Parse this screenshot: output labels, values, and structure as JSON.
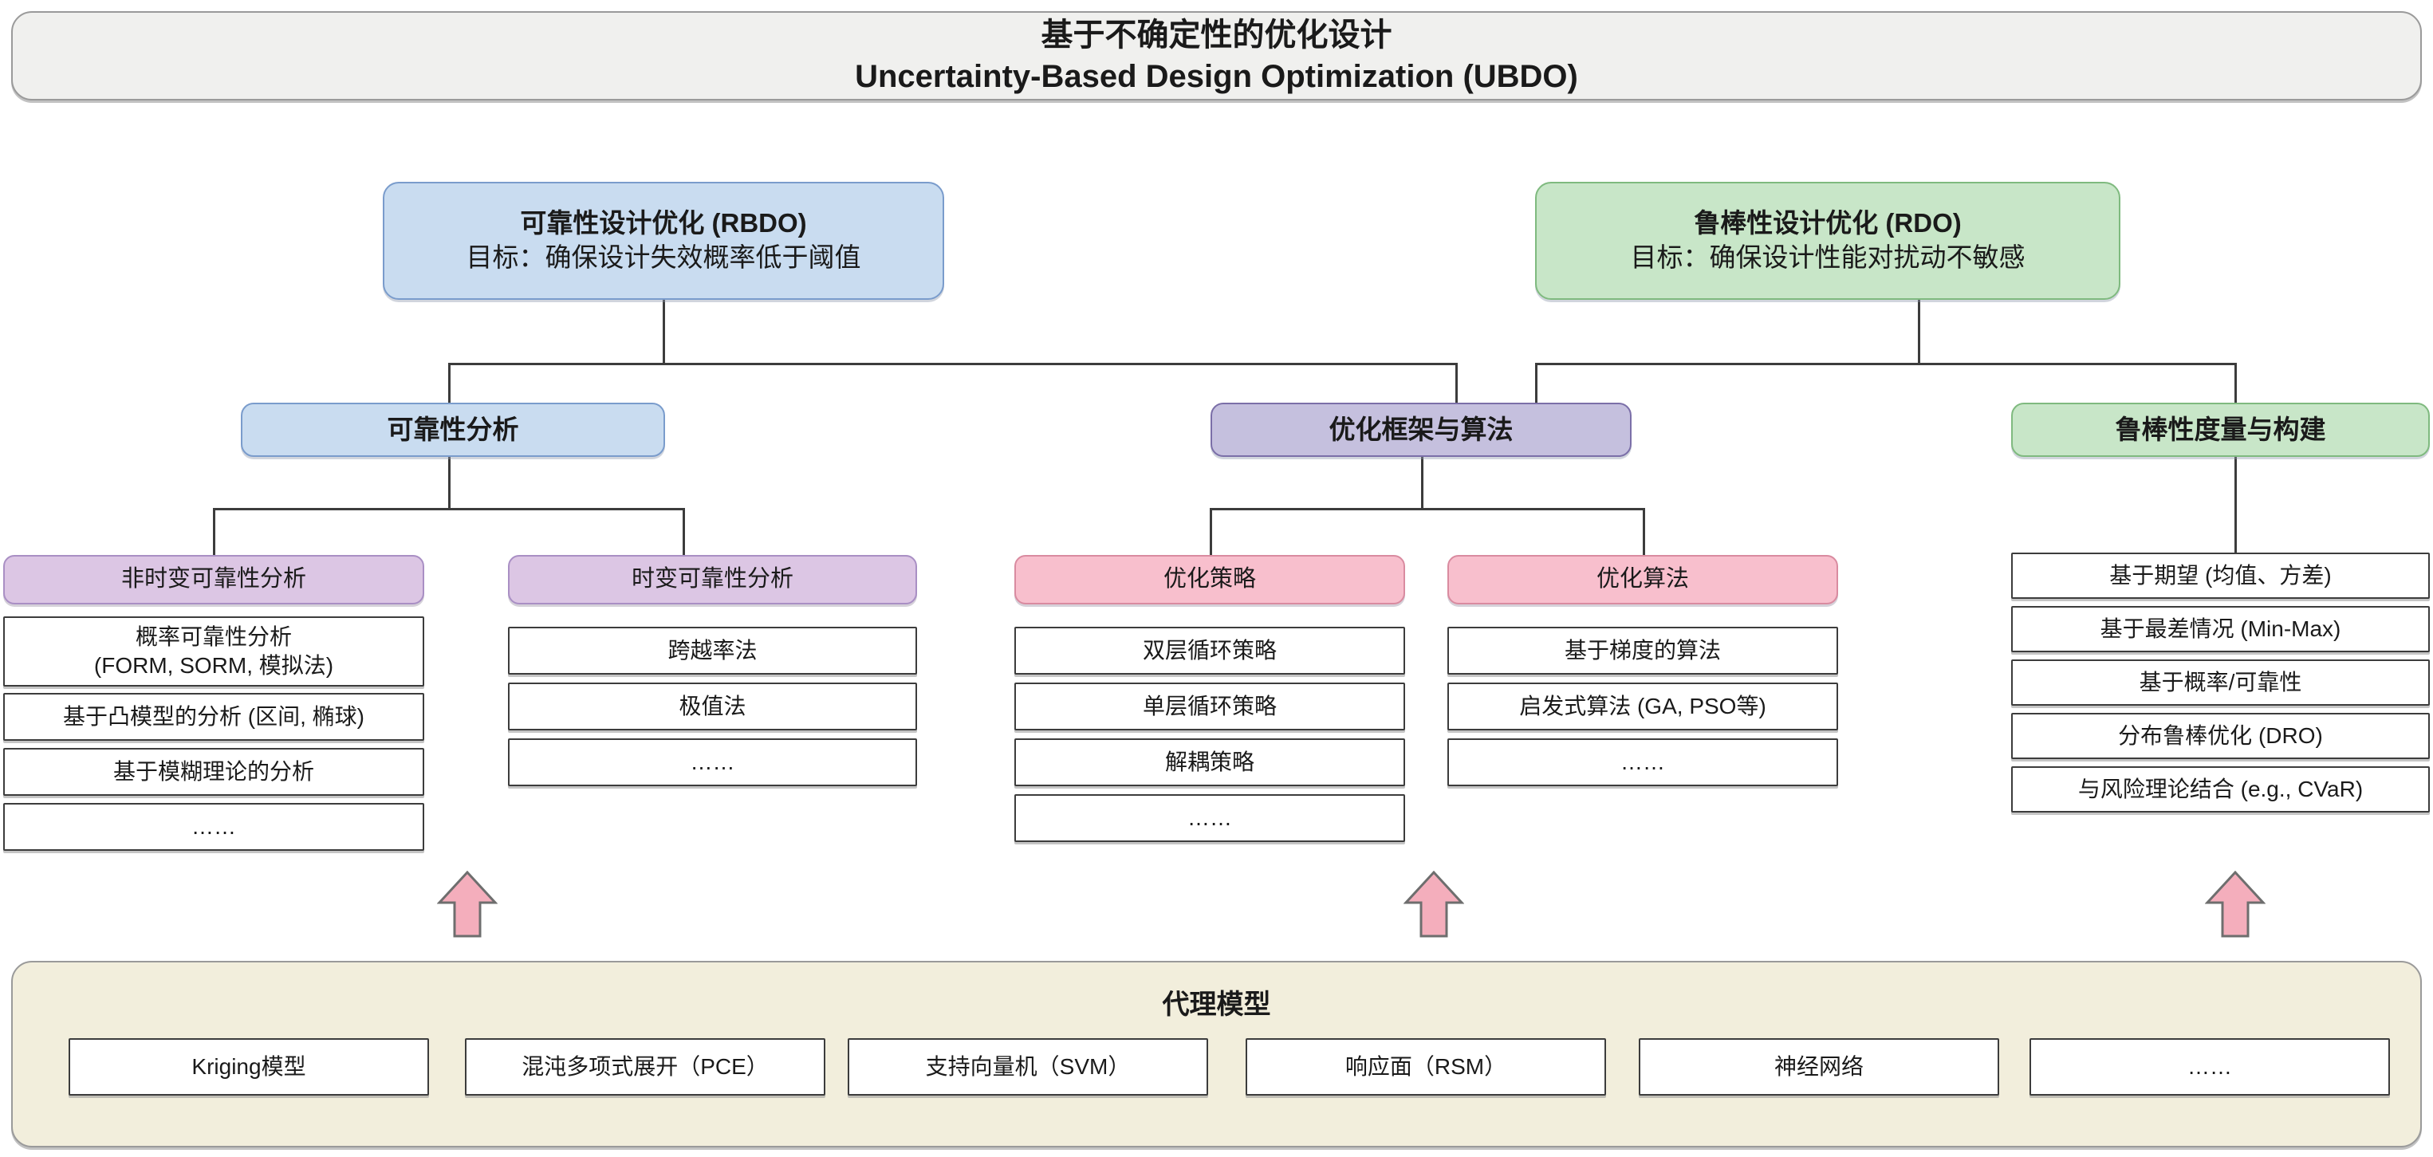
{
  "root": {
    "title_cn": "基于不确定性的优化设计",
    "title_en": "Uncertainty-Based Design Optimization (UBDO)"
  },
  "level2": [
    {
      "title": "可靠性设计优化 (RBDO)",
      "goal": "目标：确保设计失效概率低于阈值",
      "color": "#c9dcf0"
    },
    {
      "title": "鲁棒性设计优化 (RDO)",
      "goal": "目标：确保设计性能对扰动不敏感",
      "color": "#c8e6c8"
    }
  ],
  "level3": [
    {
      "label": "可靠性分析",
      "color": "#c9dcf0"
    },
    {
      "label": "优化框架与算法",
      "color": "#c5c0de"
    },
    {
      "label": "鲁棒性度量与构建",
      "color": "#c8e6c8"
    }
  ],
  "groups": [
    {
      "header": "非时变可靠性分析",
      "color": "#dcc6e4",
      "items": [
        "概率可靠性分析\n(FORM, SORM, 模拟法)",
        "基于凸模型的分析 (区间, 椭球)",
        "基于模糊理论的分析",
        "……"
      ]
    },
    {
      "header": "时变可靠性分析",
      "color": "#dcc6e4",
      "items": [
        "跨越率法",
        "极值法",
        "……"
      ]
    },
    {
      "header": "优化策略",
      "color": "#f8bfcd",
      "items": [
        "双层循环策略",
        "单层循环策略",
        "解耦策略",
        "……"
      ]
    },
    {
      "header": "优化算法",
      "color": "#f8bfcd",
      "items": [
        "基于梯度的算法",
        "启发式算法 (GA, PSO等)",
        "……"
      ]
    }
  ],
  "robustness_items": [
    "基于期望 (均值、方差)",
    "基于最差情况 (Min-Max)",
    "基于概率/可靠性",
    "分布鲁棒优化 (DRO)",
    "与风险理论结合 (e.g., CVaR)"
  ],
  "surrogate": {
    "title": "代理模型",
    "color": "#f2eedc",
    "items": [
      "Kriging模型",
      "混沌多项式展开（PCE）",
      "支持向量机（SVM）",
      "响应面（RSM）",
      "神经网络",
      "……"
    ]
  },
  "arrows": {
    "color": "#f4aebc",
    "count": 3
  }
}
